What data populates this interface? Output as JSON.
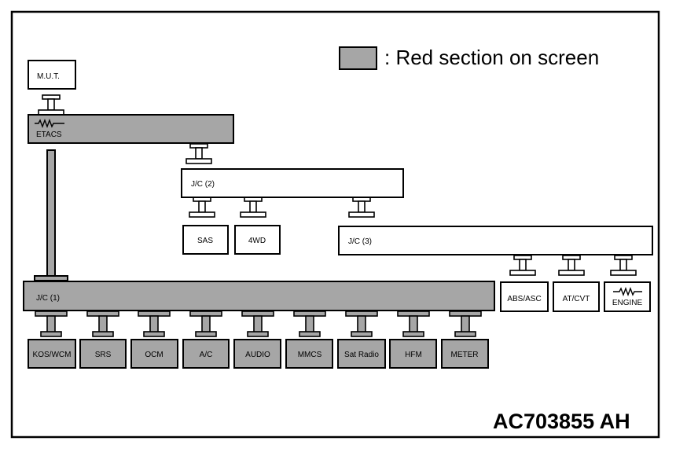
{
  "legend": {
    "text": ": Red section on screen",
    "swatch_color": "#a6a6a6"
  },
  "modules": {
    "mut": "M.U.T.",
    "etacs": "ETACS",
    "jc2": "J/C (2)",
    "jc3": "J/C (3)",
    "jc1": "J/C (1)",
    "sas": "SAS",
    "fourwd": "4WD",
    "abs_asc": "ABS/ASC",
    "at_cvt": "AT/CVT",
    "engine": "ENGINE",
    "kos_wcm": "KOS/WCM",
    "srs": "SRS",
    "ocm": "OCM",
    "ac": "A/C",
    "audio": "AUDIO",
    "mmcs": "MMCS",
    "sat_radio": "Sat Radio",
    "hfm": "HFM",
    "meter": "METER"
  },
  "figure_code": "AC703855 AH",
  "colors": {
    "highlight": "#a6a6a6",
    "normal": "#ffffff",
    "line": "#000000"
  }
}
